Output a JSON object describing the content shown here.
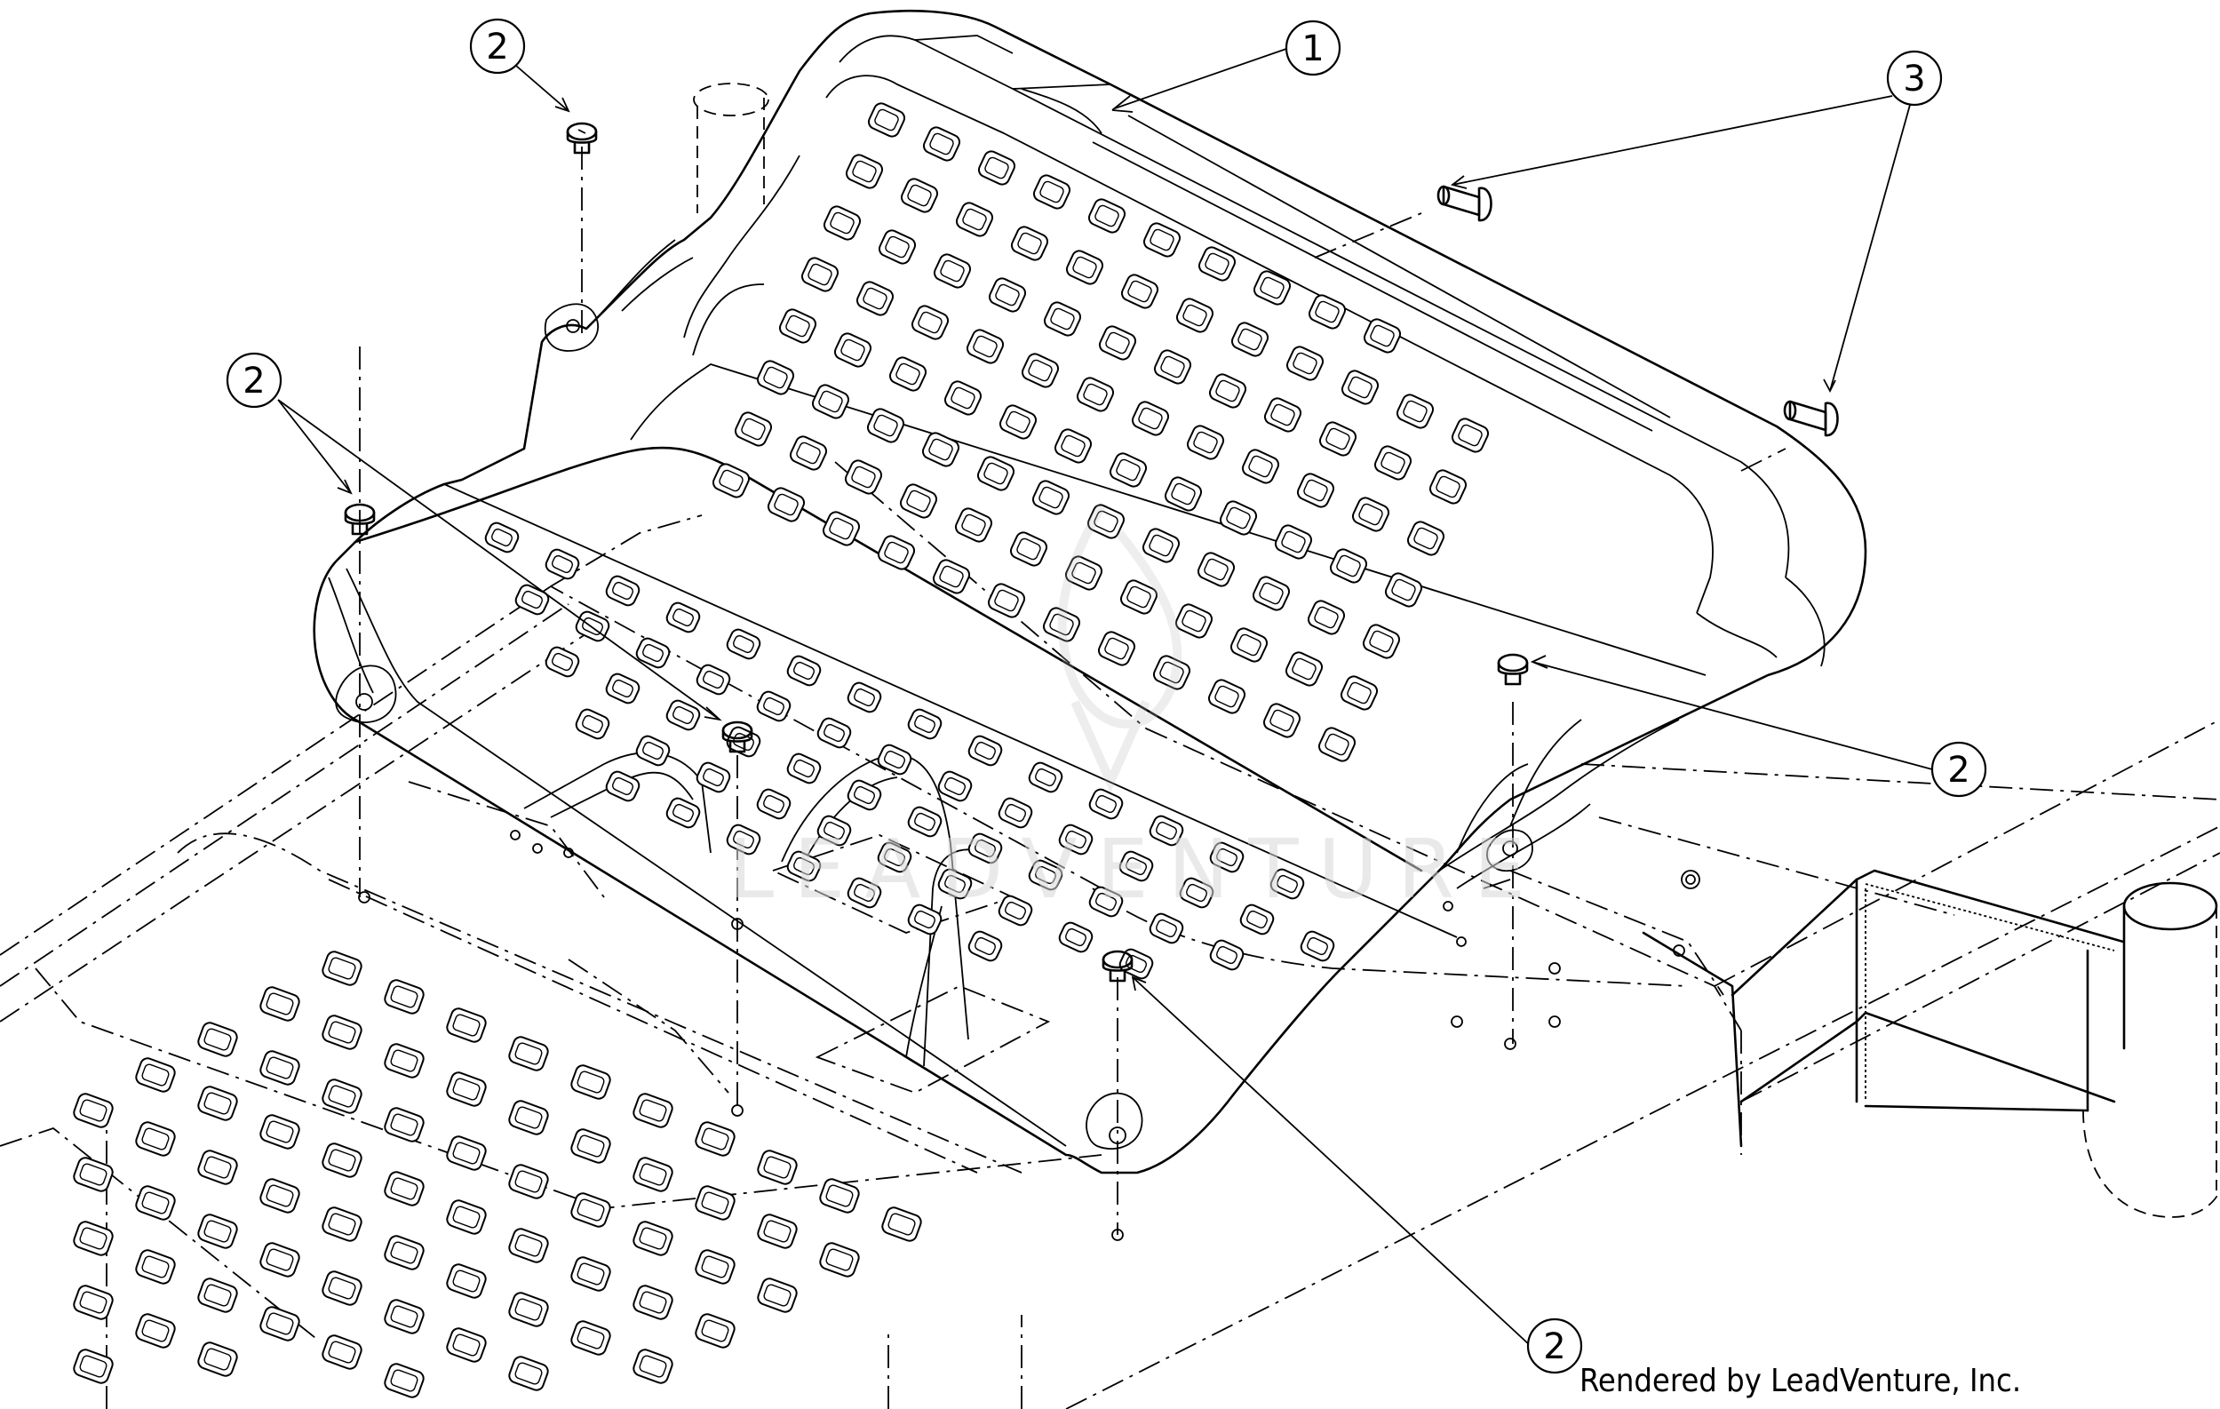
{
  "callouts": [
    {
      "id": "c1",
      "label": "1"
    },
    {
      "id": "c2a",
      "label": "2"
    },
    {
      "id": "c2b",
      "label": "2"
    },
    {
      "id": "c2c",
      "label": "2"
    },
    {
      "id": "c2d",
      "label": "2"
    },
    {
      "id": "c3",
      "label": "3"
    }
  ],
  "watermark": "LEADVENTURE",
  "credit": "Rendered by LeadVenture, Inc."
}
